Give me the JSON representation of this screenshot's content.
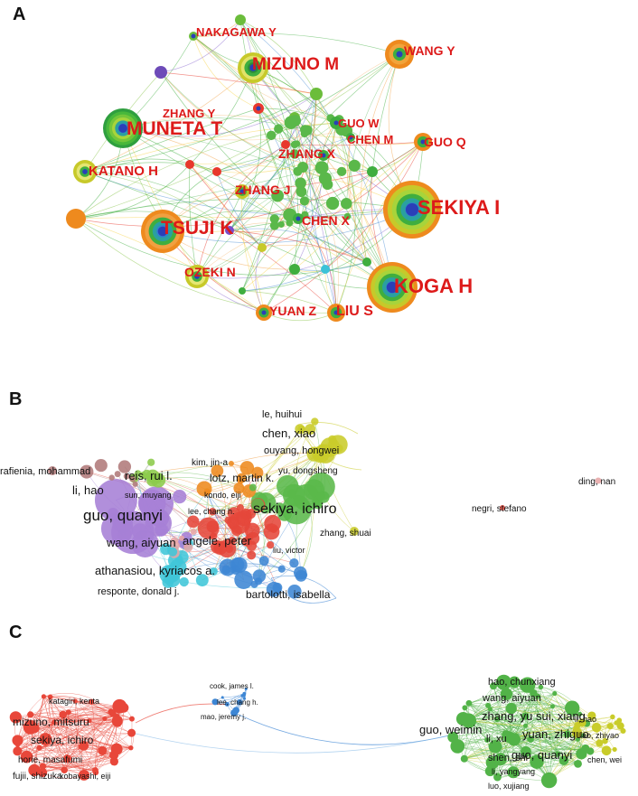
{
  "panels": [
    {
      "letter": "A",
      "labels": [
        "NAKAGAWA Y",
        "WANG Y",
        "MIZUNO M",
        "ZHANG Y",
        "MUNETA T",
        "GUO W",
        "CHEN M",
        "GUO Q",
        "ZHANG X",
        "KATANO H",
        "ZHANG J",
        "SEKIYA I",
        "CHEN X",
        "TSUJI K",
        "OZEKI N",
        "KOGA H",
        "YUAN Z",
        "LIU S"
      ]
    },
    {
      "letter": "B",
      "labels": [
        "le, huihui",
        "chen, xiao",
        "ouyang, hongwei",
        "yu, dongsheng",
        "kim, jin-a",
        "lotz, martin k.",
        "rafienia, mohammad",
        "reis, rui l.",
        "li, hao",
        "sun, muyang",
        "kondo, eiji",
        "lee, chang h.",
        "guo, quanyi",
        "sekiya, ichiro",
        "ding, nan",
        "negri, stefano",
        "zhang, shuai",
        "wang, aiyuan",
        "angele, peter",
        "liu, victor",
        "athanasiou, kyriacos a.",
        "responte, donald j.",
        "bartolotti, isabella"
      ]
    },
    {
      "letter": "C",
      "labels": [
        "cook, james l.",
        "lee, chang h.",
        "mao, jeremy j.",
        "katagiri, kenta",
        "mizuno, mitsuru",
        "sekiya, ichiro",
        "horie, masafumi",
        "fujii, shizuka",
        "kobayashi, eiji",
        "hao, chunxiang",
        "wang, aiyuan",
        "zhang, yu sui, xiang",
        "li, hao",
        "guo, weimin",
        "yuan, zhiguo",
        "liao, zhiyao",
        "li, xu",
        "shen, shi",
        "guo, quanyi",
        "li, yangyang",
        "chen, wei",
        "luo, xujiang"
      ]
    }
  ],
  "colors": {
    "label_a": "#dd1a1a",
    "red": "#e8382c",
    "green": "#3fae3f",
    "yellow": "#c7c92a",
    "blue": "#2f7fd0",
    "purple": "#a77ad0",
    "cyan": "#3cc2d8",
    "orange": "#ee8a1e"
  }
}
